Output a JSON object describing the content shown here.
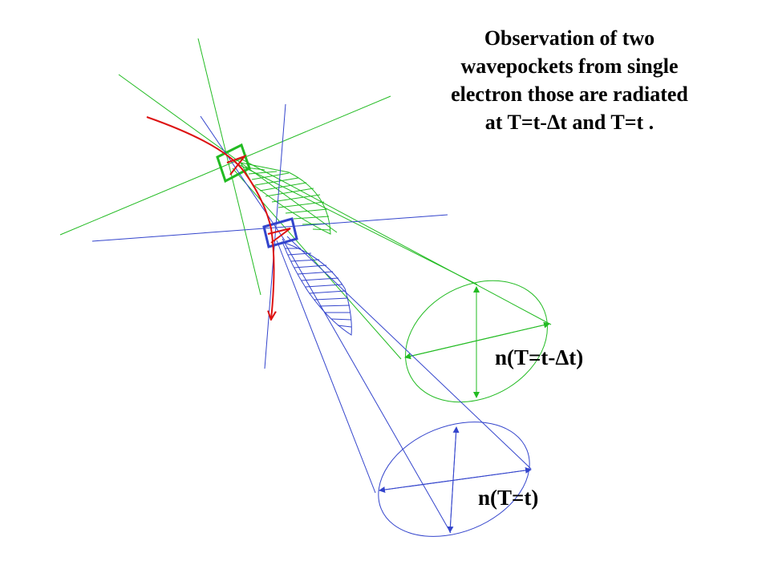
{
  "title_lines": [
    "Observation of two",
    "wavepockets from single",
    "electron those are radiated",
    "at T=t-Δt and T=t ."
  ],
  "labels": {
    "early_pocket": "n(T=t-Δt)",
    "late_pocket": "n(T=t)"
  },
  "colors": {
    "early_emission": "#22bb22",
    "late_emission": "#3344cc",
    "electron_trajectory": "#dd1111",
    "text": "#000000"
  }
}
